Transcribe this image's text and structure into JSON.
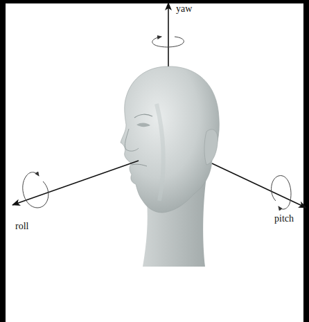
{
  "diagram": {
    "labels": [
      "yaw",
      "roll",
      "pitch"
    ]
  }
}
